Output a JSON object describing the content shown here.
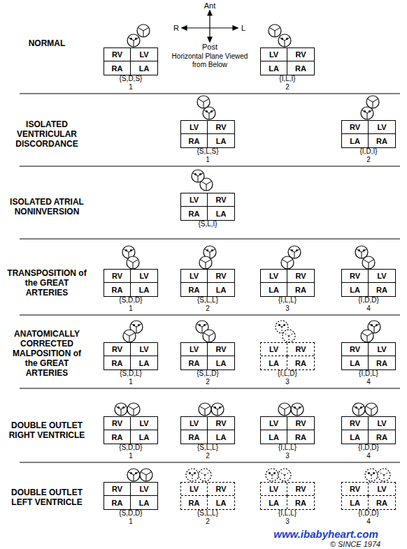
{
  "diagram": {
    "nodes": [
      {
        "text": [
          "{S,D,S}",
          "1"
        ]
      },
      {
        "text": [
          "RV"
        ],
        "in": 0
      },
      {
        "text": [
          "LV"
        ],
        "in": 0
      },
      {
        "text": [
          "RA"
        ],
        "in": 0
      },
      {
        "text": [
          "LA"
        ],
        "in": 0
      },
      {
        "text": [
          "{I,L,I}",
          "2"
        ]
      },
      {
        "text": [
          "LV"
        ],
        "in": 5
      },
      {
        "text": [
          "RV"
        ],
        "in": 5
      },
      {
        "text": [
          "LA"
        ],
        "in": 5
      },
      {
        "text": [
          "RA"
        ],
        "in": 5
      },
      {
        "text": [
          "{S,L,S}",
          "1"
        ]
      },
      {
        "text": [
          "LV"
        ],
        "in": 10
      },
      {
        "text": [
          "RV"
        ],
        "in": 10
      },
      {
        "text": [
          "RA"
        ],
        "in": 10
      },
      {
        "text": [
          "LA"
        ],
        "in": 10
      },
      {
        "text": [
          "{I,D,I}",
          "2"
        ]
      },
      {
        "text": [
          "RV"
        ],
        "in": 15
      },
      {
        "text": [
          "LV"
        ],
        "in": 15
      },
      {
        "text": [
          "LA"
        ],
        "in": 15
      },
      {
        "text": [
          "RA"
        ],
        "in": 15
      },
      {
        "text": [
          "{S,L,I}"
        ]
      },
      {
        "text": [
          "LV"
        ],
        "in": 20
      },
      {
        "text": [
          "RV"
        ],
        "in": 20
      },
      {
        "text": [
          "RA"
        ],
        "in": 20
      },
      {
        "text": [
          "LA"
        ],
        "in": 20
      },
      {
        "text": [
          "{S,D,D}",
          "1"
        ]
      },
      {
        "text": [
          "RV"
        ],
        "in": 25
      },
      {
        "text": [
          "LV"
        ],
        "in": 25
      },
      {
        "text": [
          "RA"
        ],
        "in": 25
      },
      {
        "text": [
          "LA"
        ],
        "in": 25
      },
      {
        "text": [
          "{S,L,L}",
          "2"
        ]
      },
      {
        "text": [
          "LV"
        ],
        "in": 30
      },
      {
        "text": [
          "RV"
        ],
        "in": 30
      },
      {
        "text": [
          "RA"
        ],
        "in": 30
      },
      {
        "text": [
          "LA"
        ],
        "in": 30
      },
      {
        "text": [
          "{I,L,L}",
          "3"
        ]
      },
      {
        "text": [
          "LV"
        ],
        "in": 35
      },
      {
        "text": [
          "RV"
        ],
        "in": 35
      },
      {
        "text": [
          "LA"
        ],
        "in": 35
      },
      {
        "text": [
          "RA"
        ],
        "in": 35
      },
      {
        "text": [
          "{I,D,D}",
          "4"
        ]
      },
      {
        "text": [
          "RV"
        ],
        "in": 40
      },
      {
        "text": [
          "LV"
        ],
        "in": 40
      },
      {
        "text": [
          "LA"
        ],
        "in": 40
      },
      {
        "text": [
          "RA"
        ],
        "in": 40
      },
      {
        "text": [
          "{S,D,L}",
          "1"
        ]
      },
      {
        "text": [
          "RV"
        ],
        "in": 45
      },
      {
        "text": [
          "LV"
        ],
        "in": 45
      },
      {
        "text": [
          "RA"
        ],
        "in": 45
      },
      {
        "text": [
          "LA"
        ],
        "in": 45
      },
      {
        "text": [
          "{S,L,D}",
          "2"
        ]
      },
      {
        "text": [
          "LV"
        ],
        "in": 50
      },
      {
        "text": [
          "RV"
        ],
        "in": 50
      },
      {
        "text": [
          "RA"
        ],
        "in": 50
      },
      {
        "text": [
          "LA"
        ],
        "in": 50
      },
      {
        "text": [
          "{I,L,D}",
          "3"
        ]
      },
      {
        "text": [
          "LV"
        ],
        "in": 55
      },
      {
        "text": [
          "RV"
        ],
        "in": 55
      },
      {
        "text": [
          "LA"
        ],
        "in": 55
      },
      {
        "text": [
          "RA"
        ],
        "in": 55
      },
      {
        "text": [
          "{I,D,L}",
          "4"
        ]
      },
      {
        "text": [
          "RV"
        ],
        "in": 60
      },
      {
        "text": [
          "LV"
        ],
        "in": 60
      },
      {
        "text": [
          "LA"
        ],
        "in": 60
      },
      {
        "text": [
          "RA"
        ],
        "in": 60
      },
      {
        "text": [
          "{S,D,D}",
          "1"
        ]
      },
      {
        "text": [
          "RV"
        ],
        "in": 65
      },
      {
        "text": [
          "LV"
        ],
        "in": 65
      },
      {
        "text": [
          "RA"
        ],
        "in": 65
      },
      {
        "text": [
          "LA"
        ],
        "in": 65
      },
      {
        "text": [
          "{S,L,L}",
          "2"
        ]
      },
      {
        "text": [
          "LV"
        ],
        "in": 70
      },
      {
        "text": [
          "RV"
        ],
        "in": 70
      },
      {
        "text": [
          "RA"
        ],
        "in": 70
      },
      {
        "text": [
          "LA"
        ],
        "in": 70
      },
      {
        "text": [
          "{I,L,L}",
          "3"
        ]
      },
      {
        "text": [
          "LV"
        ],
        "in": 75
      },
      {
        "text": [
          "RV"
        ],
        "in": 75
      },
      {
        "text": [
          "LA"
        ],
        "in": 75
      },
      {
        "text": [
          "RA"
        ],
        "in": 75
      },
      {
        "text": [
          "{I,D,D}",
          "4"
        ]
      },
      {
        "text": [
          "RV"
        ],
        "in": 80
      },
      {
        "text": [
          "LV"
        ],
        "in": 80
      },
      {
        "text": [
          "LA"
        ],
        "in": 80
      },
      {
        "text": [
          "RA"
        ],
        "in": 80
      },
      {
        "text": [
          "{S,D,D}",
          "1"
        ]
      },
      {
        "text": [
          "RV"
        ],
        "in": 85
      },
      {
        "text": [
          "LV"
        ],
        "in": 85
      },
      {
        "text": [
          "RA"
        ],
        "in": 85
      },
      {
        "text": [
          "LA"
        ],
        "in": 85
      },
      {
        "text": [
          "{S,L,L}",
          "2"
        ]
      },
      {
        "text": [
          "LV"
        ],
        "in": 90
      },
      {
        "text": [
          "RV"
        ],
        "in": 90
      },
      {
        "text": [
          "RA"
        ],
        "in": 90
      },
      {
        "text": [
          "LA"
        ],
        "in": 90
      },
      {
        "text": [
          "{I,L,L}",
          "3"
        ]
      },
      {
        "text": [
          "LV"
        ],
        "in": 95
      },
      {
        "text": [
          "RV"
        ],
        "in": 95
      },
      {
        "text": [
          "LA"
        ],
        "in": 95
      },
      {
        "text": [
          "RA"
        ],
        "in": 95
      },
      {
        "text": [
          "{I,D,D}",
          "4"
        ]
      },
      {
        "text": [
          "RV"
        ],
        "in": 100
      },
      {
        "text": [
          "LV"
        ],
        "in": 100
      },
      {
        "text": [
          "LA"
        ],
        "in": 100
      },
      {
        "text": [
          "RA"
        ],
        "in": 100
      }
    ],
    "labels": [
      "NORMAL",
      "Ant",
      "R",
      "L",
      "Post",
      "Horizontal Plane Viewed from Below",
      "ISOLATED VENTRICULAR DISCORDANCE",
      "ISOLATED ATRIAL NONINVERSION",
      "TRANSPOSITION of the GREAT ARTERIES",
      "ANATOMICALLY CORRECTED MALPOSITION of the GREAT ARTERIES",
      "DOUBLE OUTLET RIGHT VENTRICLE",
      "DOUBLE OUTLET LEFT VENTRICLE",
      "www.ibabyheart.com",
      "© SINCE 1974"
    ]
  }
}
